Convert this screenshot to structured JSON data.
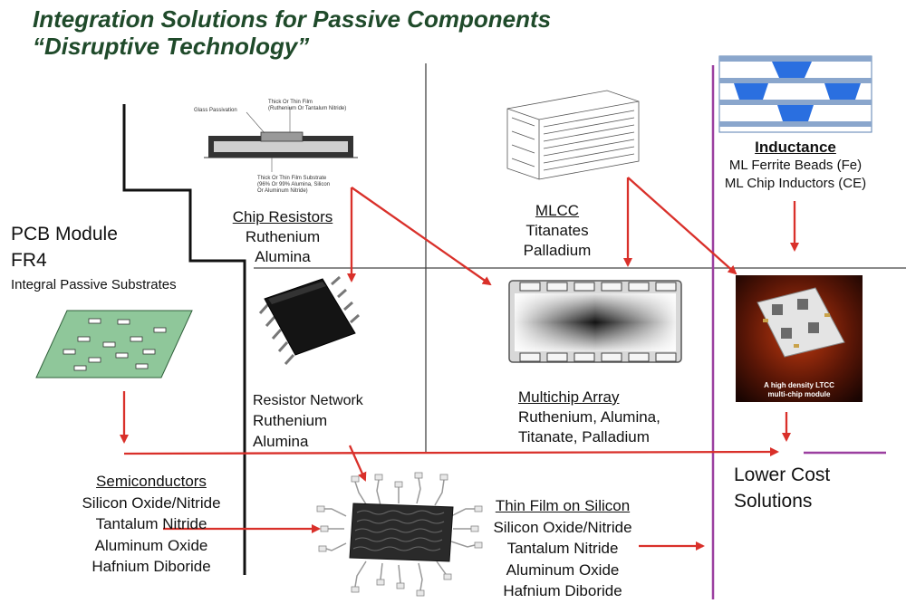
{
  "title": {
    "line1": "Integration Solutions for Passive Components",
    "line2": "“Disruptive Technology”"
  },
  "pcb": {
    "title": "PCB Module",
    "sub1": "FR4",
    "sub2": "Integral Passive Substrates"
  },
  "chip_resistors": {
    "heading": "Chip Resistors",
    "materials": [
      "Ruthenium",
      "Alumina"
    ],
    "figure_labels": {
      "glass": "Glass Passivation",
      "thick_top": "Thick Or Thin Film",
      "thick_top2": "(Ruthenium Or Tantalum Nitride)",
      "sub1": "Thick Or Thin Film Substrate",
      "sub2": "(96% Or 99% Alumina, Silicon",
      "sub3": "Or Aluminum Nitride)"
    }
  },
  "mlcc": {
    "heading": "MLCC",
    "materials": [
      "Titanates",
      "Palladium"
    ]
  },
  "inductance": {
    "heading": "Inductance",
    "items": [
      "ML Ferrite Beads (Fe)",
      "ML Chip Inductors (CE)"
    ]
  },
  "resistor_network": {
    "heading": "Resistor Network",
    "materials": [
      "Ruthenium",
      "Alumina"
    ]
  },
  "multichip": {
    "heading": "Multichip Array",
    "materials": [
      "Ruthenium, Alumina,",
      "Titanate, Palladium"
    ]
  },
  "ltcc": {
    "caption1": "A high density LTCC",
    "caption2": "multi-chip module"
  },
  "lower_cost": {
    "line1": "Lower Cost",
    "line2": "Solutions"
  },
  "semiconductors": {
    "heading": "Semiconductors",
    "materials": [
      "Silicon Oxide/Nitride",
      "Tantalum Nitride",
      "Aluminum Oxide",
      "Hafnium Diboride"
    ]
  },
  "thin_film": {
    "heading": "Thin Film on Silicon",
    "materials": [
      "Silicon Oxide/Nitride",
      "Tantalum Nitride",
      "Aluminum Oxide",
      "Hafnium Diboride"
    ]
  },
  "colors": {
    "title": "#1f4a2a",
    "arrow": "#d9302a",
    "purple": "#9b3fa0",
    "pcb_green": "#8fc79a",
    "inductor_blue": "#2a6fe0"
  }
}
